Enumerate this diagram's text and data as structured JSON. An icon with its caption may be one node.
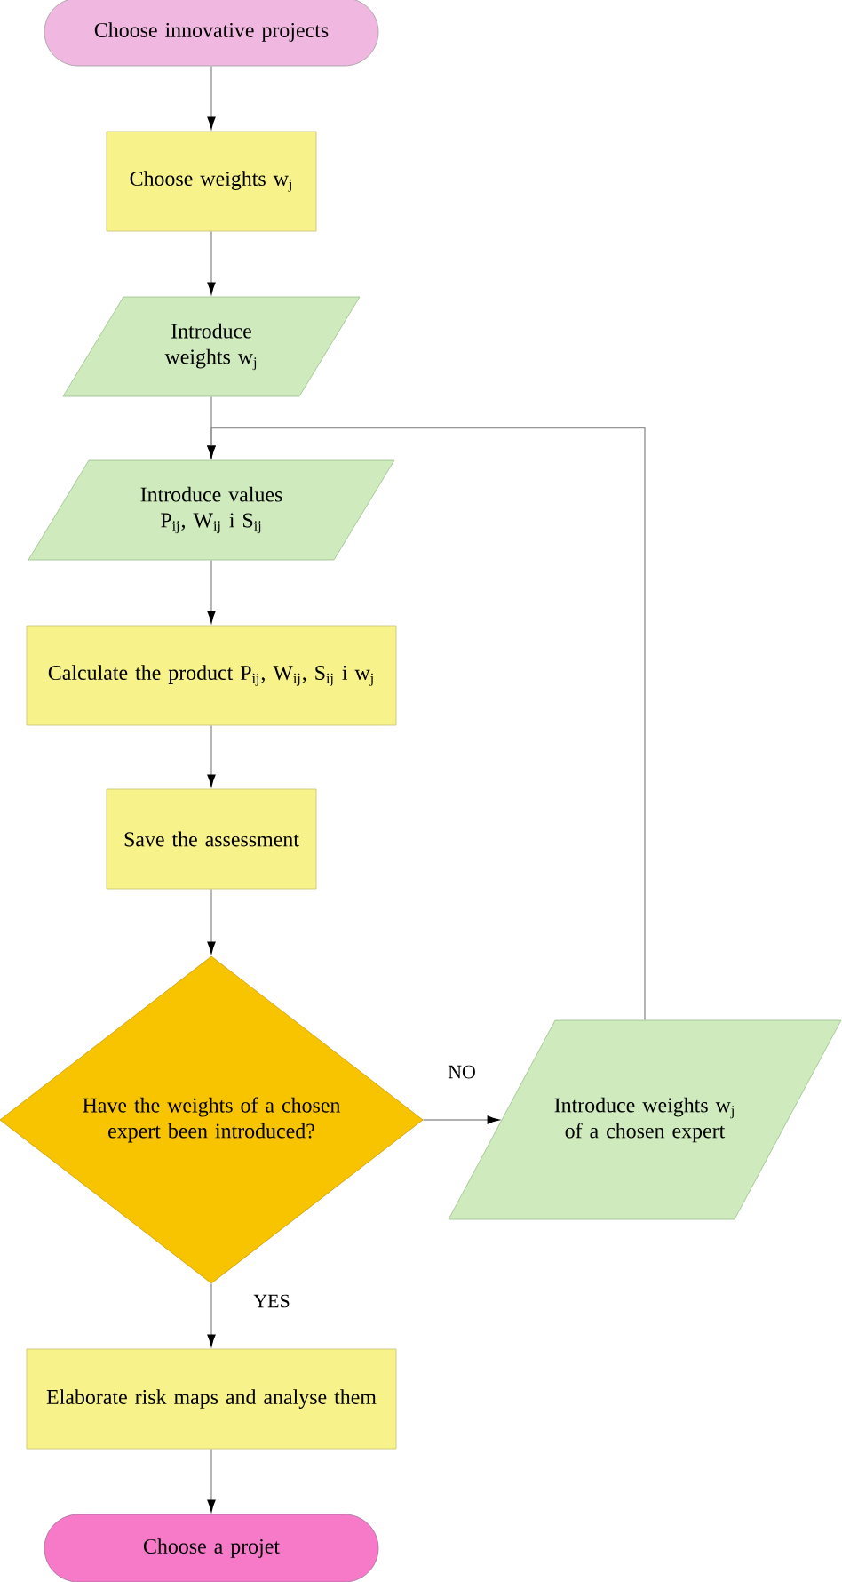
{
  "diagram": {
    "nodes": [
      {
        "text": [
          "Choose innovative projects"
        ]
      },
      {
        "text": [
          "Choose weights w$_{j}$"
        ]
      },
      {
        "text": [
          "Introduce weights w$_{j}$"
        ]
      },
      {
        "text": [
          "Introduce values P$_{ij}$, W$_{ij}$ i S$_{ij}$"
        ]
      },
      {
        "text": [
          "Calculate the product P$_{ij}$, W$_{ij}$, S$_{ij}$ i w$_{j}$"
        ]
      },
      {
        "text": [
          "Save the assessment"
        ]
      },
      {
        "text": [
          "Have the weights of a chosen expert been introduced?"
        ]
      },
      {
        "text": [
          "Introduce weights w$_{j}$ of a chosen expert"
        ]
      },
      {
        "text": [
          "Elaborate risk maps and analyse them"
        ]
      },
      {
        "text": [
          "Choose a projet"
        ]
      }
    ],
    "edges": [
      {
        "from": 0,
        "to": 1,
        "arrow": "to"
      },
      {
        "from": 1,
        "to": 2,
        "arrow": "to"
      },
      {
        "from": 2,
        "to": 3,
        "arrow": "to"
      },
      {
        "from": 3,
        "to": 4,
        "arrow": "to"
      },
      {
        "from": 4,
        "to": 5,
        "arrow": "to"
      },
      {
        "from": 5,
        "to": 6,
        "arrow": "to"
      },
      {
        "from": 6,
        "to": 7,
        "label": "NO",
        "arrow": "to"
      },
      {
        "from": 7,
        "to": 3,
        "arrow": "to"
      },
      {
        "from": 6,
        "to": 8,
        "label": "YES",
        "arrow": "to"
      },
      {
        "from": 8,
        "to": 9,
        "arrow": "to"
      }
    ]
  }
}
